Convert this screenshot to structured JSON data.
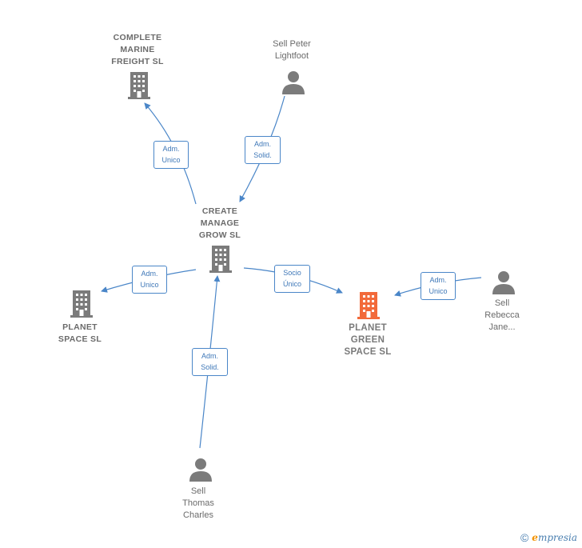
{
  "colors": {
    "company": "#7b7b7b",
    "focus_company": "#f26a3a",
    "person": "#7b7b7b",
    "edge": "#4a86c8"
  },
  "nodes": {
    "complete_marine": {
      "label": "COMPLETE\nMARINE\nFREIGHT SL",
      "icon": "building-icon"
    },
    "sell_peter": {
      "label": "Sell Peter\nLightfoot",
      "icon": "person-icon"
    },
    "create_manage": {
      "label": "CREATE\nMANAGE\nGROW  SL",
      "icon": "building-icon"
    },
    "planet_space": {
      "label": "PLANET\nSPACE SL",
      "icon": "building-icon"
    },
    "planet_green": {
      "label": "PLANET\nGREEN\nSPACE  SL",
      "icon": "building-icon"
    },
    "sell_rebecca": {
      "label": "Sell\nRebecca\nJane...",
      "icon": "person-icon"
    },
    "sell_thomas": {
      "label": "Sell\nThomas\nCharles",
      "icon": "person-icon"
    }
  },
  "edges": {
    "e1": {
      "label": "Adm.\nUnico"
    },
    "e2": {
      "label": "Adm.\nSolid."
    },
    "e3": {
      "label": "Adm.\nUnico"
    },
    "e4": {
      "label": "Socio\nÚnico"
    },
    "e5": {
      "label": "Adm.\nUnico"
    },
    "e6": {
      "label": "Adm.\nSolid."
    }
  },
  "footer": {
    "copyright": "©",
    "brand_initial": "e",
    "brand_rest": "mpresia"
  }
}
